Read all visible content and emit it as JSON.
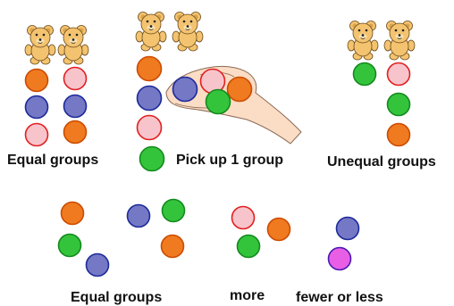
{
  "colors": {
    "orange": "#f07a20",
    "navy": "#7578c5",
    "pink": "#f8c4cc",
    "green": "#34c43c",
    "magenta": "#e85fe6",
    "bear": "#f3c36f",
    "bear_outline": "#6b4a1a",
    "hand": "#fbdcc4",
    "hand_outline": "#8a6a55"
  },
  "labels": {
    "equal_groups_top": "Equal groups",
    "pick_up": "Pick up 1 group",
    "unequal_groups": "Unequal groups",
    "equal_groups_bottom": "Equal groups",
    "more": "more",
    "fewer_or_less": "fewer or less"
  },
  "panels": [
    {
      "name": "equal-groups-top",
      "bears": 2,
      "counter_columns": [
        [
          "orange",
          "navy",
          "pink"
        ],
        [
          "pink",
          "navy",
          "orange"
        ]
      ]
    },
    {
      "name": "pick-up-group",
      "bears": 2,
      "left_column": [
        "orange",
        "navy",
        "pink",
        "green"
      ],
      "in_hand": [
        "navy",
        "pink",
        "orange",
        "green"
      ]
    },
    {
      "name": "unequal-groups",
      "bears": 2,
      "counter_columns": [
        [
          "green"
        ],
        [
          "pink",
          "green",
          "orange"
        ]
      ]
    },
    {
      "name": "equal-groups-bottom",
      "groups": [
        [
          "orange",
          "green",
          "navy"
        ],
        [
          "navy",
          "green",
          "orange"
        ]
      ]
    },
    {
      "name": "more",
      "counters": [
        "pink",
        "orange",
        "green"
      ]
    },
    {
      "name": "fewer-or-less",
      "counters": [
        "navy",
        "magenta"
      ]
    }
  ]
}
